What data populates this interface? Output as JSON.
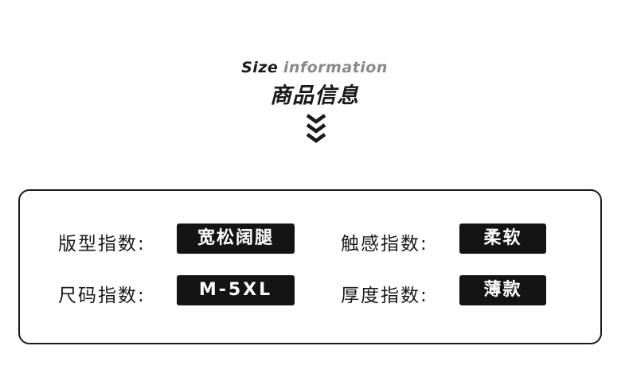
{
  "header": {
    "title_en_part1": "Size",
    "title_en_part2": "information",
    "title_cn": "商品信息",
    "arrow_icon": "triple-chevron-down-icon"
  },
  "specs": [
    {
      "label": "版型指数:",
      "value": "宽松阔腿"
    },
    {
      "label": "触感指数:",
      "value": "柔软"
    },
    {
      "label": "尺码指数:",
      "value": "M-5XL"
    },
    {
      "label": "厚度指数:",
      "value": "薄款"
    }
  ],
  "colors": {
    "chip_bg": "#141414",
    "chip_text": "#ffffff",
    "accent_grey": "#8a8a8a"
  }
}
